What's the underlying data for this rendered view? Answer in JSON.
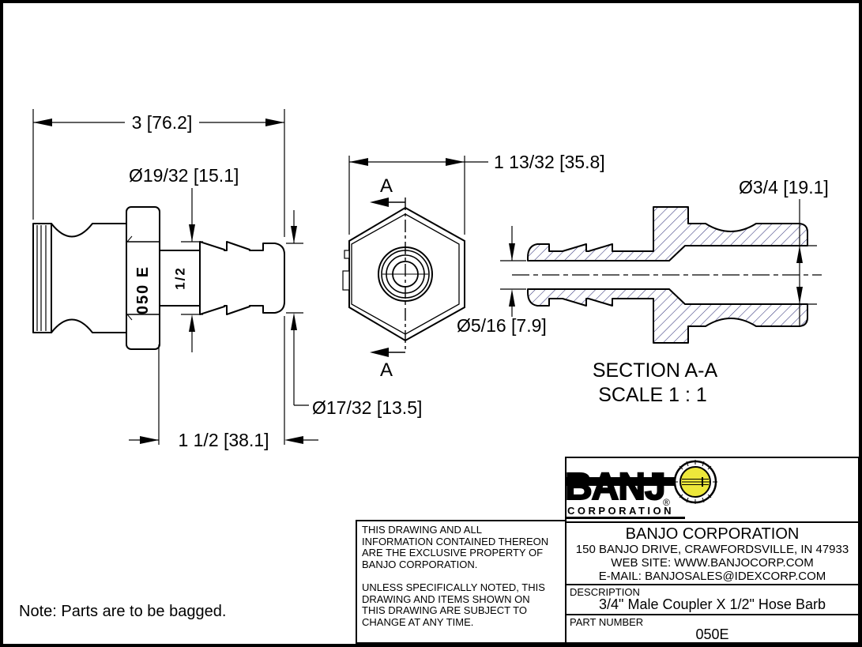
{
  "front_view": {
    "dim_overall": "3 [76.2]",
    "dim_barb_od": "Ø19/32 [15.1]",
    "dim_shaft_od": "Ø17/32 [13.5]",
    "dim_barb_length": "1 1/2 [38.1]",
    "marking_model": "050 E",
    "marking_size": "1/2"
  },
  "end_view": {
    "dim_across_flats": "1 13/32 [35.8]",
    "cut_label_top": "A",
    "cut_label_bottom": "A"
  },
  "section_view": {
    "dim_bore": "Ø5/16 [7.9]",
    "dim_socket_bore": "Ø3/4 [19.1]",
    "caption_line1": "SECTION A-A",
    "caption_line2": "SCALE 1 : 1"
  },
  "note": "Note: Parts are to be bagged.",
  "title_block": {
    "disclaimer_lines_1": [
      "THIS DRAWING AND ALL",
      "INFORMATION CONTAINED THEREON",
      "ARE THE EXCLUSIVE PROPERTY OF",
      "BANJO CORPORATION."
    ],
    "disclaimer_lines_2": [
      "UNLESS SPECIFICALLY NOTED, THIS",
      "DRAWING AND ITEMS SHOWN ON",
      "THIS DRAWING ARE SUBJECT TO",
      "CHANGE AT ANY TIME."
    ],
    "logo": {
      "wordmark": "BANJ",
      "registered_mark": "®",
      "subtitle": "CORPORATION",
      "yellow": "#ede73b"
    },
    "company_name": "BANJO CORPORATION",
    "address": "150 BANJO DRIVE, CRAWFORDSVILLE, IN 47933",
    "website": "WEB SITE: WWW.BANJOCORP.COM",
    "email": "E-MAIL: BANJOSALES@IDEXCORP.COM",
    "description_label": "DESCRIPTION",
    "description_value": "3/4\" Male Coupler X 1/2\" Hose Barb",
    "part_number_label": "PART NUMBER",
    "part_number_value": "050E"
  }
}
